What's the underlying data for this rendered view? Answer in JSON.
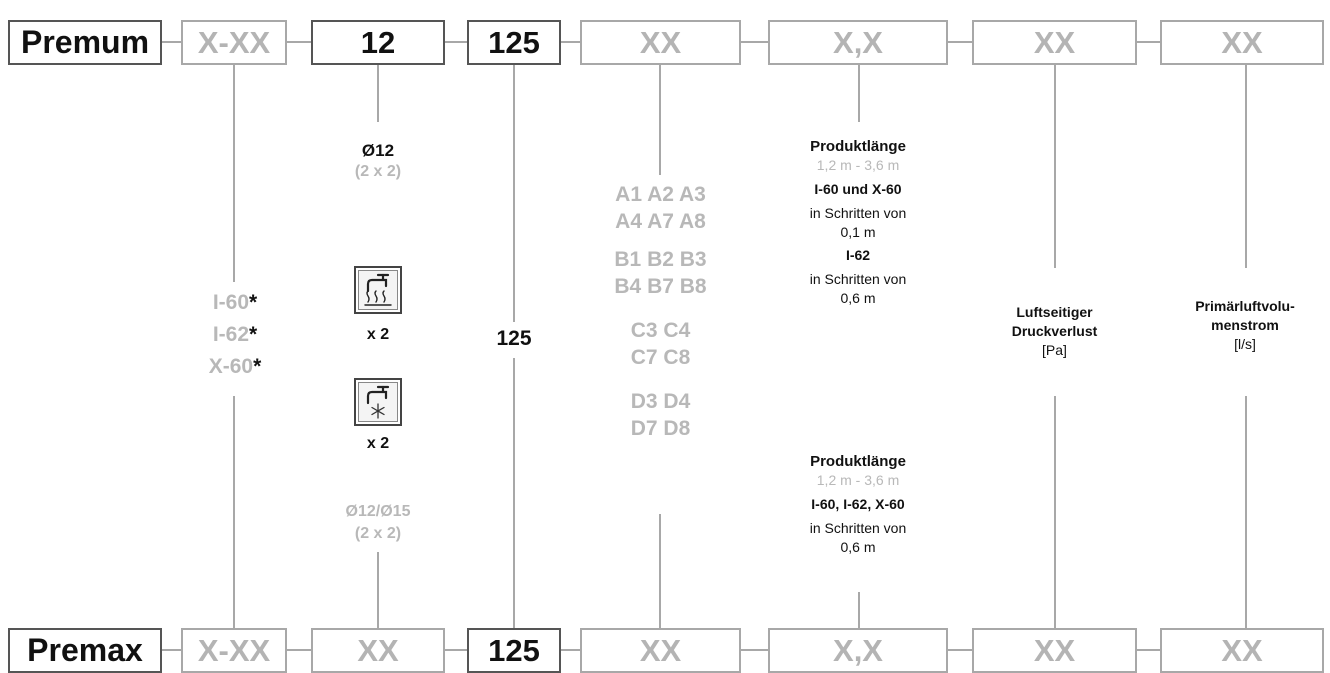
{
  "top_row": {
    "name": "Premum",
    "fields": [
      "X-XX",
      "12",
      "125",
      "XX",
      "X,X",
      "XX",
      "XX"
    ]
  },
  "bottom_row": {
    "name": "Premax",
    "fields": [
      "X-XX",
      "XX",
      "125",
      "XX",
      "X,X",
      "XX",
      "XX"
    ]
  },
  "series_col": {
    "items": [
      "I-60",
      "I-62",
      "X-60"
    ],
    "star": "*"
  },
  "pipe_col": {
    "top_diameter": "Ø12",
    "top_count": "(2 x 2)",
    "heating_icon": "heating-water-icon",
    "heating_qty": "x 2",
    "cooling_icon": "cooling-water-icon",
    "cooling_qty": "x 2",
    "bottom_diameter": "Ø12/Ø15",
    "bottom_count": "(2 x 2)"
  },
  "duct_col": {
    "value": "125"
  },
  "nozzle_col": {
    "groups": [
      [
        "A1 A2 A3",
        "A4 A7 A8"
      ],
      [
        "B1 B2 B3",
        "B4 B7 B8"
      ],
      [
        "C3 C4",
        "C7 C8"
      ],
      [
        "D3 D4",
        "D7 D8"
      ]
    ]
  },
  "length_col": {
    "top": {
      "title": "Produktlänge",
      "range": "1,2 m - 3,6 m",
      "series1": "I-60 und X-60",
      "steps1_a": "in Schritten von",
      "steps1_b": "0,1 m",
      "series2": "I-62",
      "steps2_a": "in Schritten von",
      "steps2_b": "0,6 m"
    },
    "bottom": {
      "title": "Produktlänge",
      "range": "1,2 m - 3,6 m",
      "series": "I-60, I-62, X-60",
      "steps_a": "in Schritten von",
      "steps_b": "0,6 m"
    }
  },
  "pressure_col": {
    "line1": "Luftseitiger",
    "line2": "Druckverlust",
    "unit": "[Pa]"
  },
  "airflow_col": {
    "line1": "Primärluftvolu-",
    "line2": "menstrom",
    "unit": "[l/s]"
  }
}
